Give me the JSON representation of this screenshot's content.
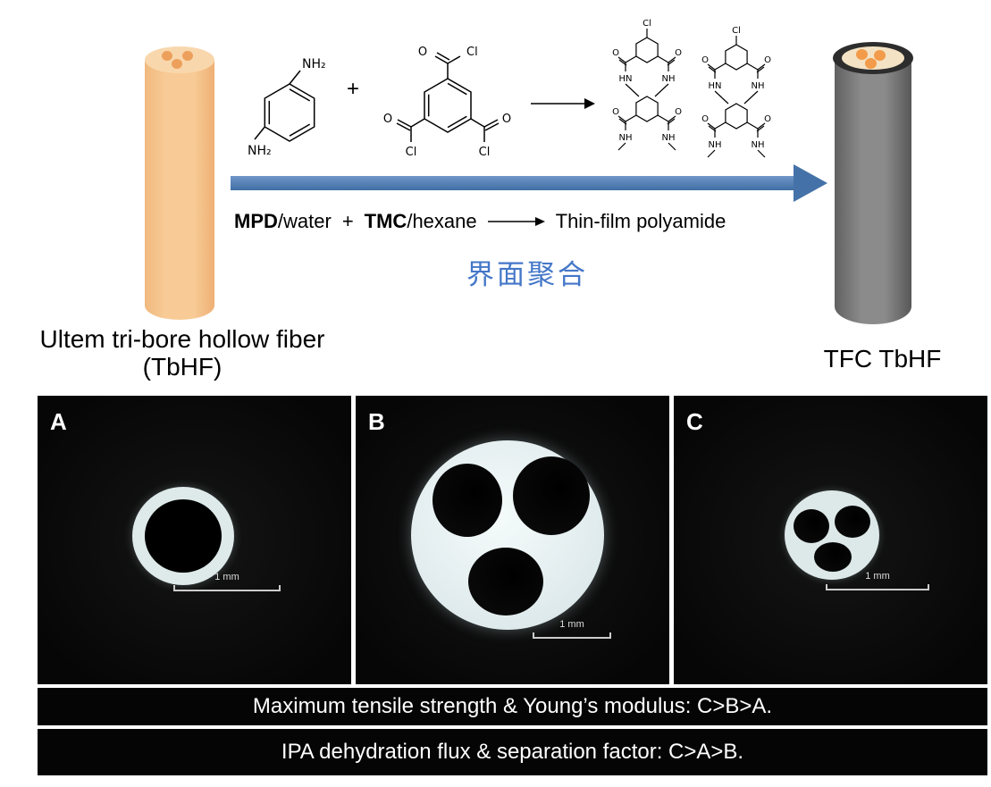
{
  "scheme": {
    "left_label_line1": "Ultem tri-bore hollow fiber",
    "left_label_line2": "(TbHF)",
    "right_label": "TFC TbHF",
    "plus": "+",
    "reaction": {
      "mpd": "MPD",
      "mpd_solvent": "/water",
      "plus": "+",
      "tmc": "TMC",
      "tmc_solvent": "/hexane",
      "product": "Thin-film polyamide"
    },
    "interfacial_caption": "界面聚合"
  },
  "chem": {
    "nh2": "NH₂",
    "cl": "Cl",
    "o": "O",
    "nh": "NH",
    "hn": "HN"
  },
  "micrographs": {
    "panel_a": {
      "label": "A",
      "scale": "1 mm"
    },
    "panel_b": {
      "label": "B",
      "scale": "1 mm"
    },
    "panel_c": {
      "label": "C",
      "scale": "1 mm"
    },
    "caption_mechanical": "Maximum tensile strength & Young’s modulus: C>B>A.",
    "caption_separation": "IPA dehydration flux & separation factor: C>A>B."
  },
  "colors": {
    "fiber_orange": "#f6c28c",
    "fiber_orange_top": "#f9d7ad",
    "bore_dot_orange": "#eda05c",
    "fiber_gray": "#7d7d7d",
    "arrow_blue": "#4472a8",
    "chinese_blue": "#4477c8",
    "micrograph_bg": "#0a0a0a",
    "fiber_wall_white": "#dee9e9"
  }
}
